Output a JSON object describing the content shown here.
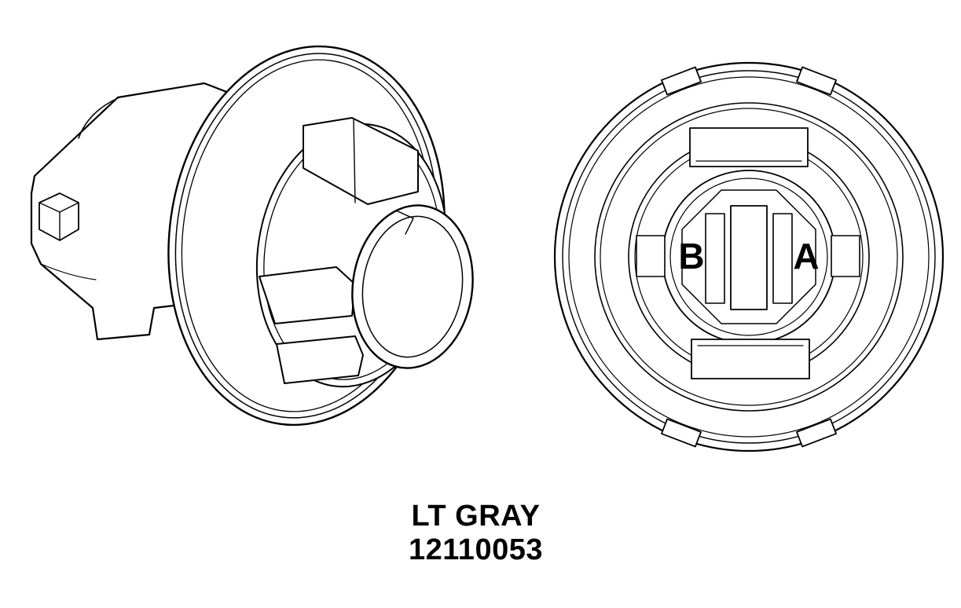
{
  "page": {
    "background": "#ffffff",
    "line_color": "#000000"
  },
  "illustration": {
    "face_view": {
      "terminal_left": "B",
      "terminal_right": "A"
    },
    "caption": {
      "color_label": "LT GRAY",
      "part_number": "12110053"
    }
  }
}
